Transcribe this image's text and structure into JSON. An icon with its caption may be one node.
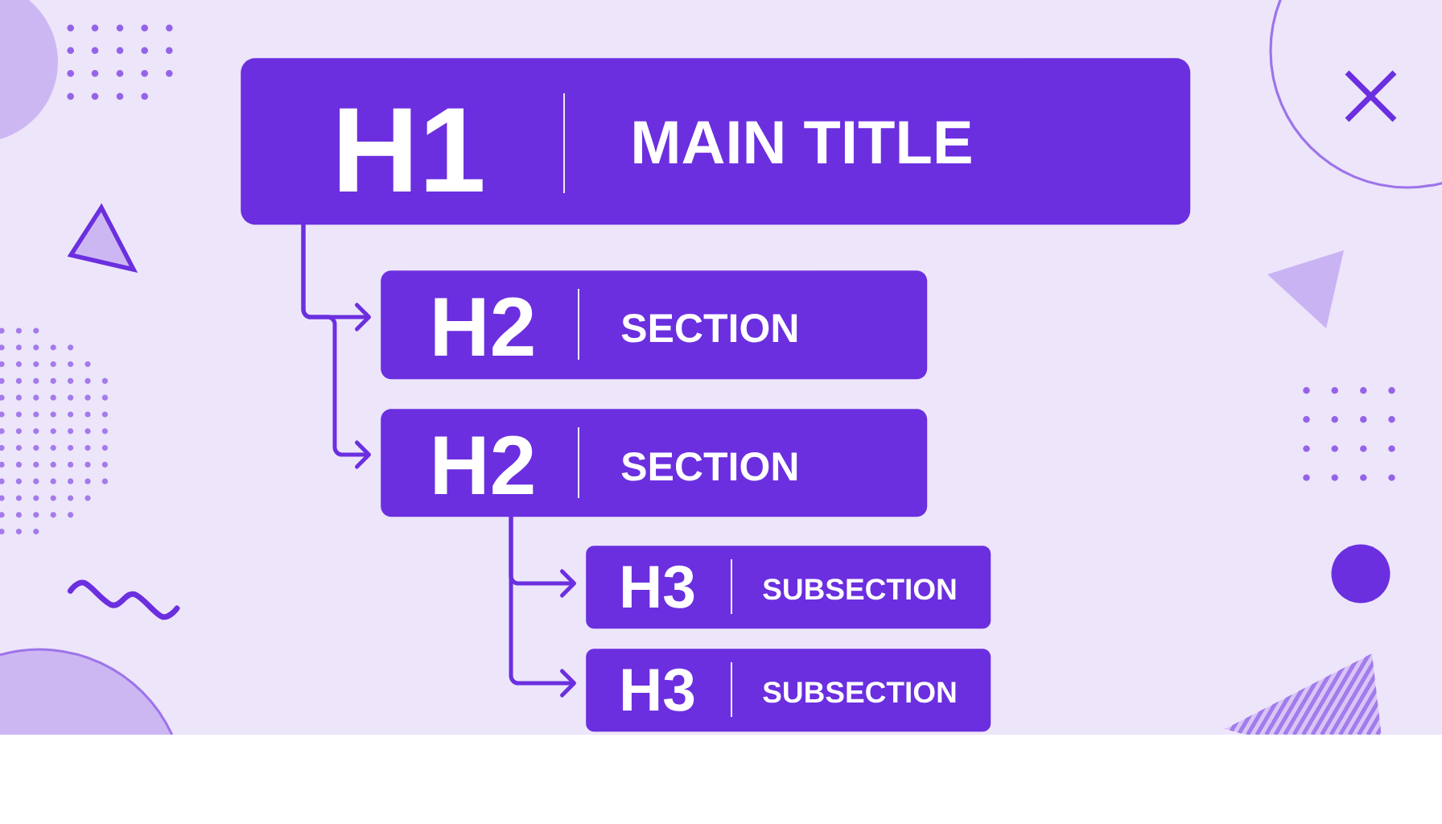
{
  "diagram": {
    "nodes": [
      {
        "text": [
          "H1",
          "MAIN TITLE"
        ]
      },
      {
        "text": [
          "H2",
          "SECTION"
        ]
      },
      {
        "text": [
          "H2",
          "SECTION"
        ]
      },
      {
        "text": [
          "H3",
          "SUBSECTION"
        ]
      },
      {
        "text": [
          "H3",
          "SUBSECTION"
        ]
      }
    ],
    "edges": [
      {
        "from": 0,
        "to": 1,
        "arrow": "to"
      },
      {
        "from": 0,
        "to": 2,
        "arrow": "to"
      },
      {
        "from": 2,
        "to": 3,
        "arrow": "to"
      },
      {
        "from": 2,
        "to": 4,
        "arrow": "to"
      }
    ]
  }
}
